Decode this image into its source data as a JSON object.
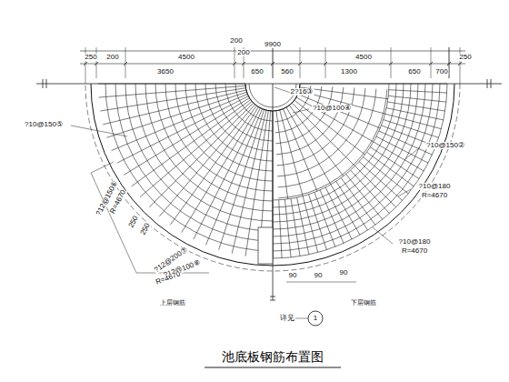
{
  "diagram": {
    "title": "池底板钢筋布置图",
    "labels": [
      "9900",
      "250",
      "200",
      "4500",
      "4500",
      "250",
      "3650",
      "200",
      "200",
      "650",
      "560",
      "1300",
      "650",
      "700",
      "2?16③",
      "?10@100④",
      "?10@150⑤",
      "?10@150②",
      "?10@180",
      "R=4670",
      "?10@180",
      "R=4670",
      "?12@150⑥",
      "R=4670",
      "250",
      "250",
      "?12@200⑦",
      "?12@100⑧",
      "R=4670",
      "90",
      "90",
      "90",
      "上层钢筋",
      "下层钢筋",
      "详见",
      "1"
    ]
  }
}
